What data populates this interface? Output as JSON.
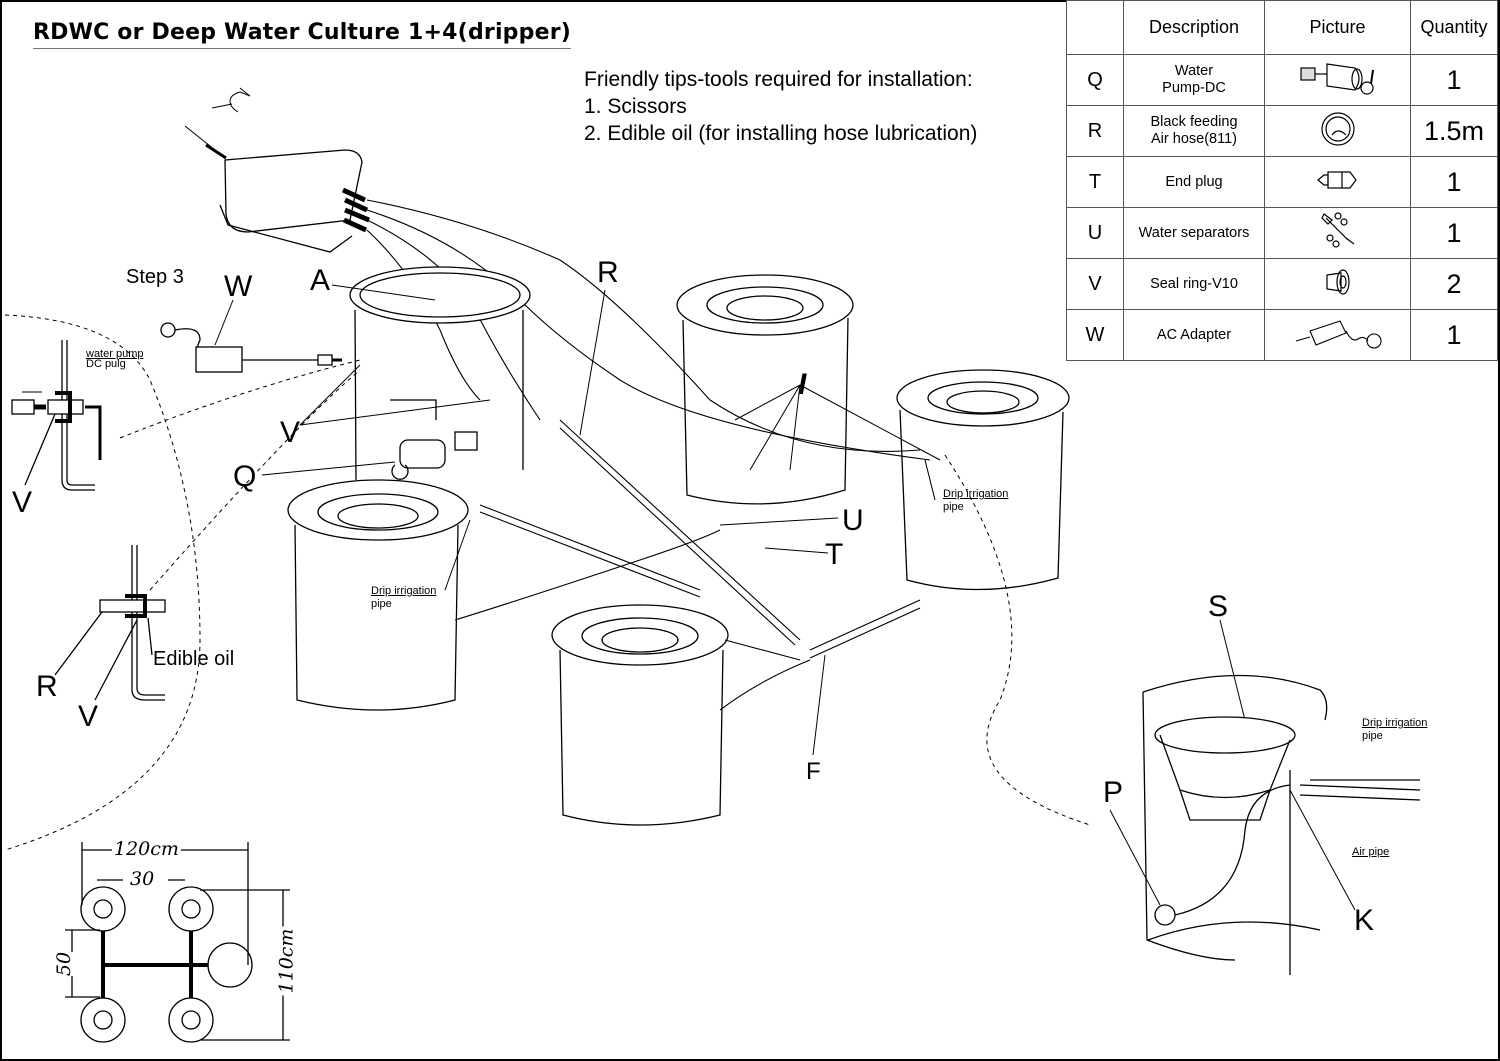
{
  "title": "RDWC or Deep Water Culture 1+4(dripper)",
  "tips": {
    "heading": "Friendly tips-tools required for installation:",
    "items": [
      "1. Scissors",
      "2. Edible oil (for installing hose lubrication)"
    ]
  },
  "parts_table": {
    "headers": [
      "",
      "Description",
      "Picture",
      "Quantity"
    ],
    "rows": [
      {
        "code": "Q",
        "desc_line1": "Water",
        "desc_line2": "Pump-DC",
        "picture": "water-pump-icon",
        "qty": "1"
      },
      {
        "code": "R",
        "desc_line1": "Black feeding",
        "desc_line2": "Air hose(811)",
        "picture": "air-hose-coil-icon",
        "qty": "1.5m"
      },
      {
        "code": "T",
        "desc_line1": "End plug",
        "desc_line2": "",
        "picture": "end-plug-icon",
        "qty": "1"
      },
      {
        "code": "U",
        "desc_line1": "Water separators",
        "desc_line2": "",
        "picture": "water-separator-icon",
        "qty": "1"
      },
      {
        "code": "V",
        "desc_line1": "Seal ring-V10",
        "desc_line2": "",
        "picture": "seal-ring-icon",
        "qty": "2"
      },
      {
        "code": "W",
        "desc_line1": "AC Adapter",
        "desc_line2": "",
        "picture": "ac-adapter-icon",
        "qty": "1"
      }
    ]
  },
  "step_label": "Step 3",
  "callouts": {
    "A": "A",
    "R": "R",
    "W": "W",
    "V_main": "V",
    "Q": "Q",
    "I": "I",
    "U": "U",
    "T": "T",
    "F": "F",
    "S": "S",
    "P": "P",
    "K": "K",
    "V_detail1": "V",
    "V_detail2": "V",
    "R_detail": "R"
  },
  "detail_labels": {
    "water_pump_dc_plug_1": "water pump",
    "water_pump_dc_plug_2": "DC pulg",
    "edible_oil": "Edible oil",
    "drip_pipe_1a": "Drip irrigation",
    "drip_pipe_1b": "pipe",
    "drip_pipe_2a": "Drip irrigation",
    "drip_pipe_2b": "pipe",
    "drip_pipe_3a": "Drip irrigation",
    "drip_pipe_3b": "pipe",
    "air_pipe": "Air pipe"
  },
  "dimensions": {
    "width": "120cm",
    "spacing": "30",
    "pair_gap": "50",
    "depth": "110cm"
  }
}
